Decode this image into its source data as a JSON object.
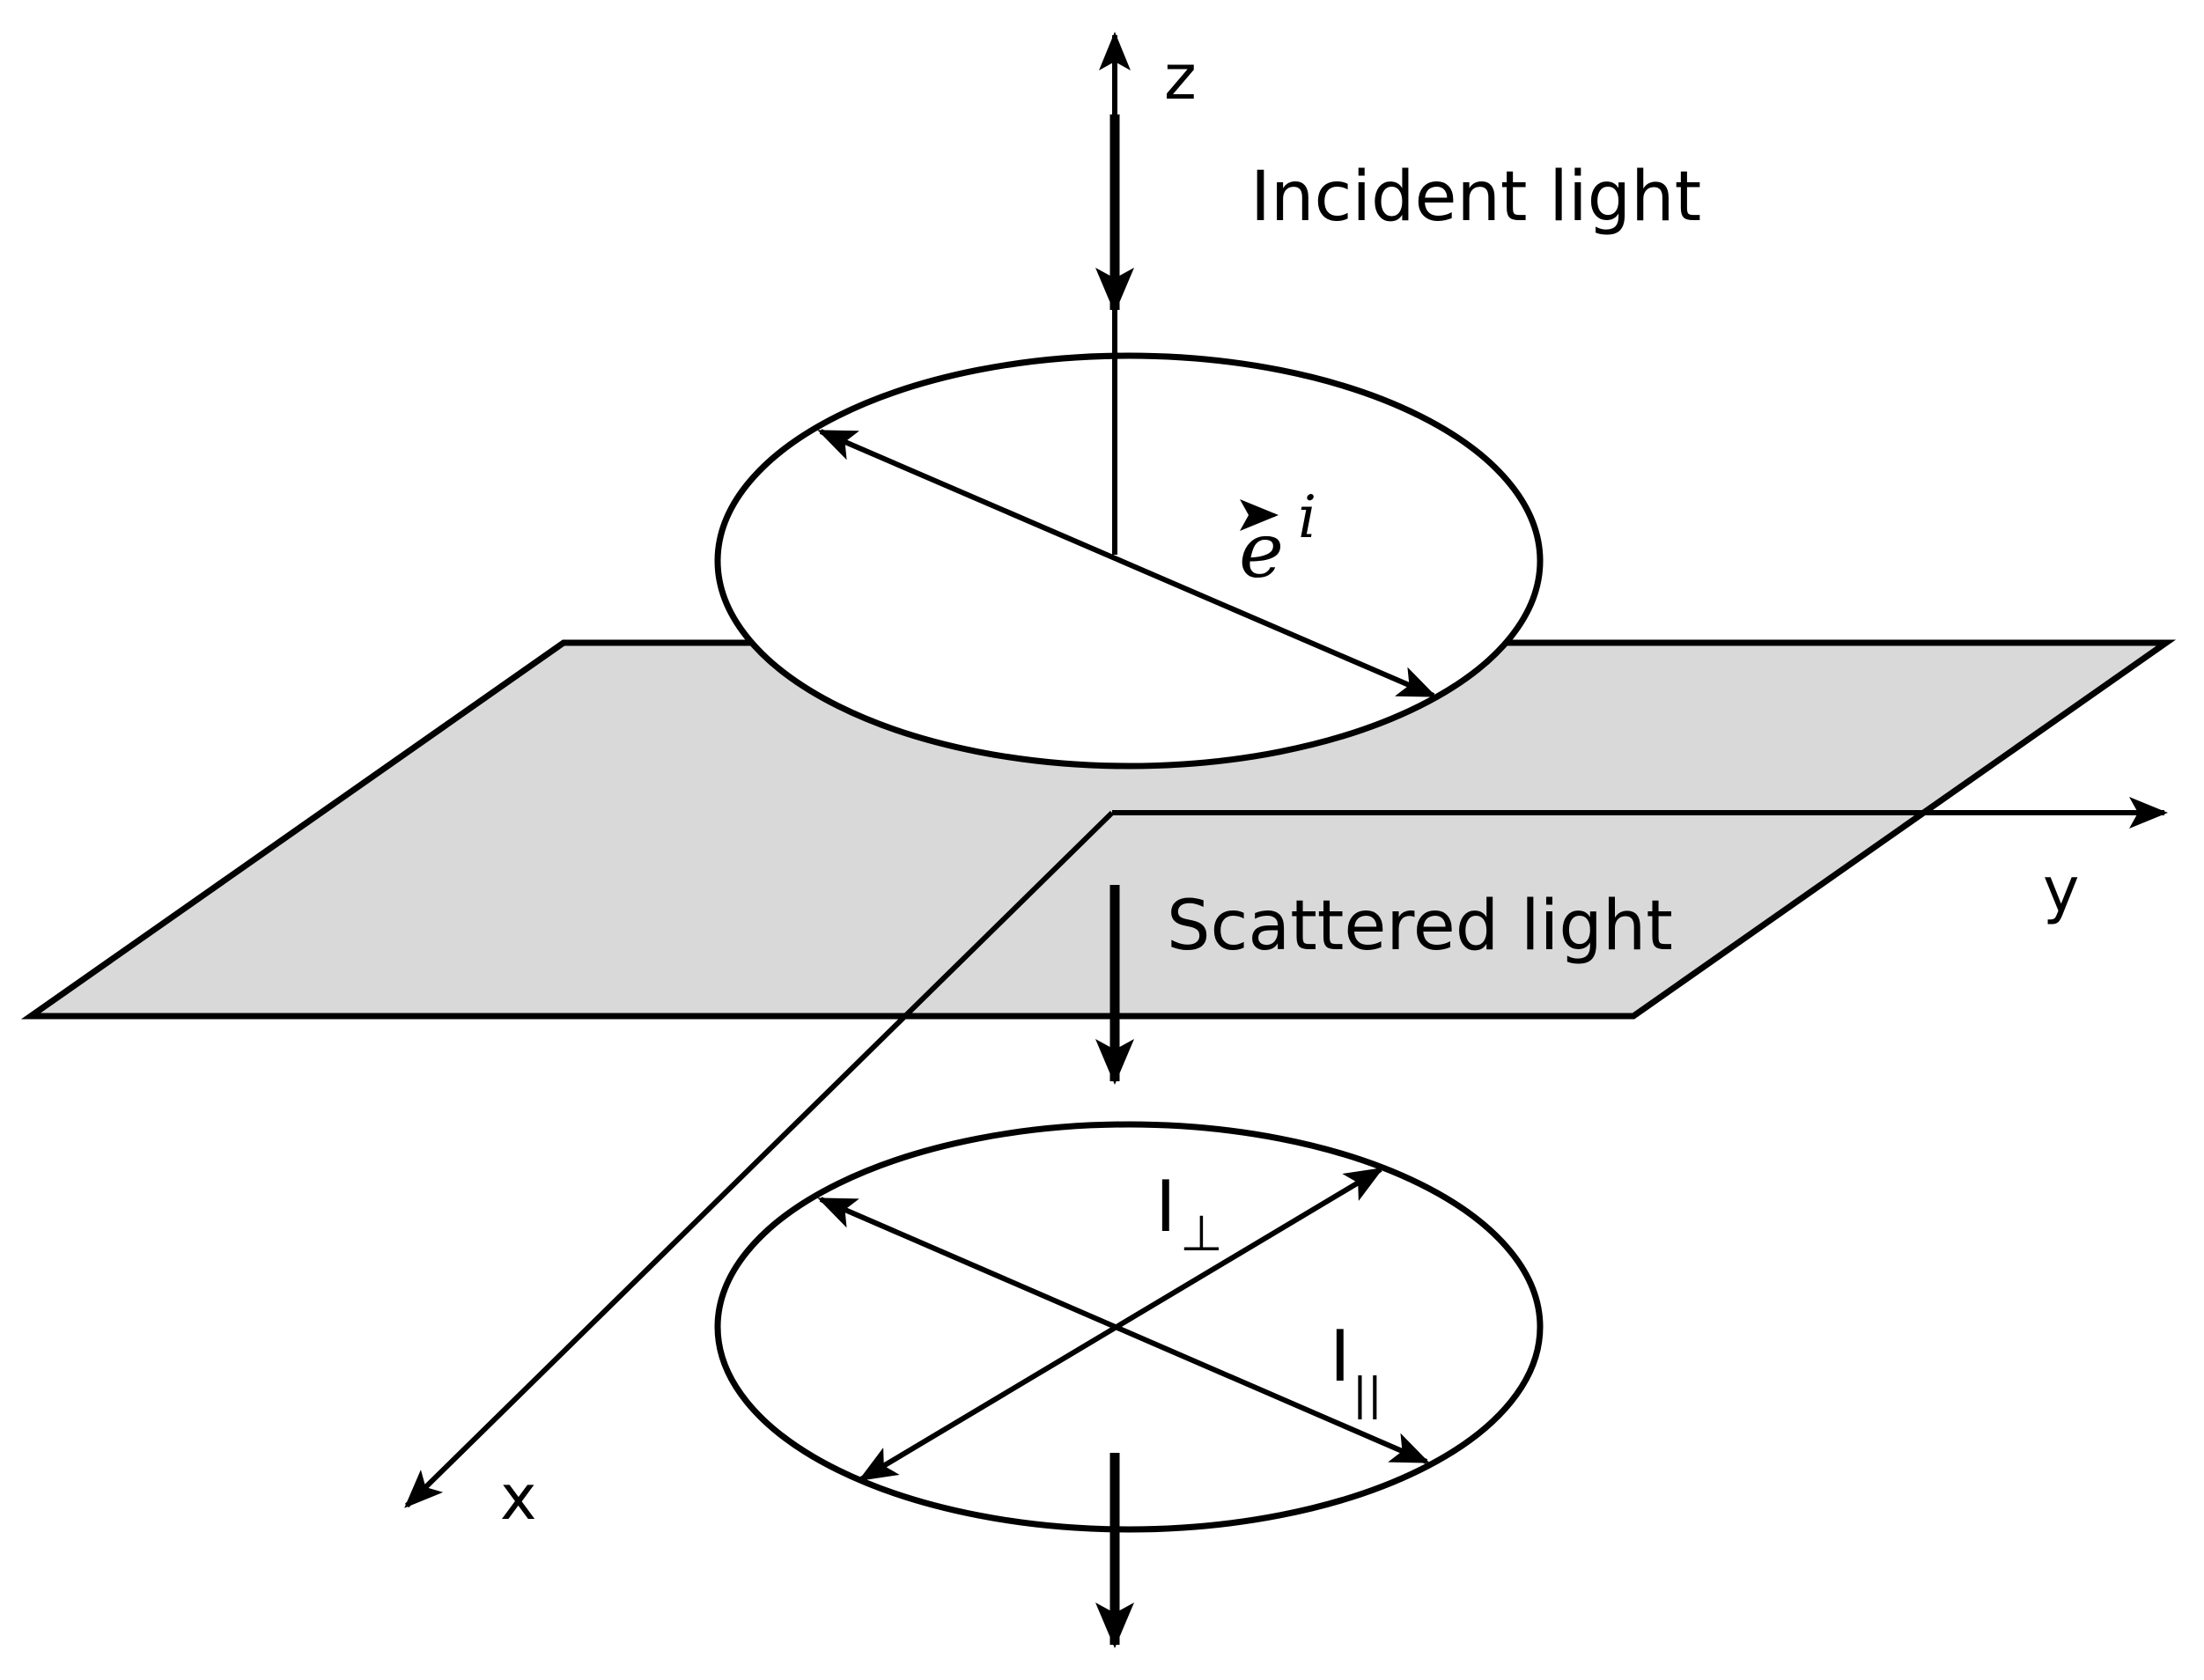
{
  "colors": {
    "ink": "#000000",
    "plane_fill": "#d9d9d9",
    "background": "#ffffff"
  },
  "axes": {
    "z": "z",
    "y": "y",
    "x": "x"
  },
  "labels": {
    "incident": "Incident light",
    "scattered": "Scattered light",
    "e_vector": "e",
    "e_superscript": "i",
    "i_perp_base": "I",
    "i_perp_sub": "⊥",
    "i_par_base": "I",
    "i_par_sub": "||"
  }
}
